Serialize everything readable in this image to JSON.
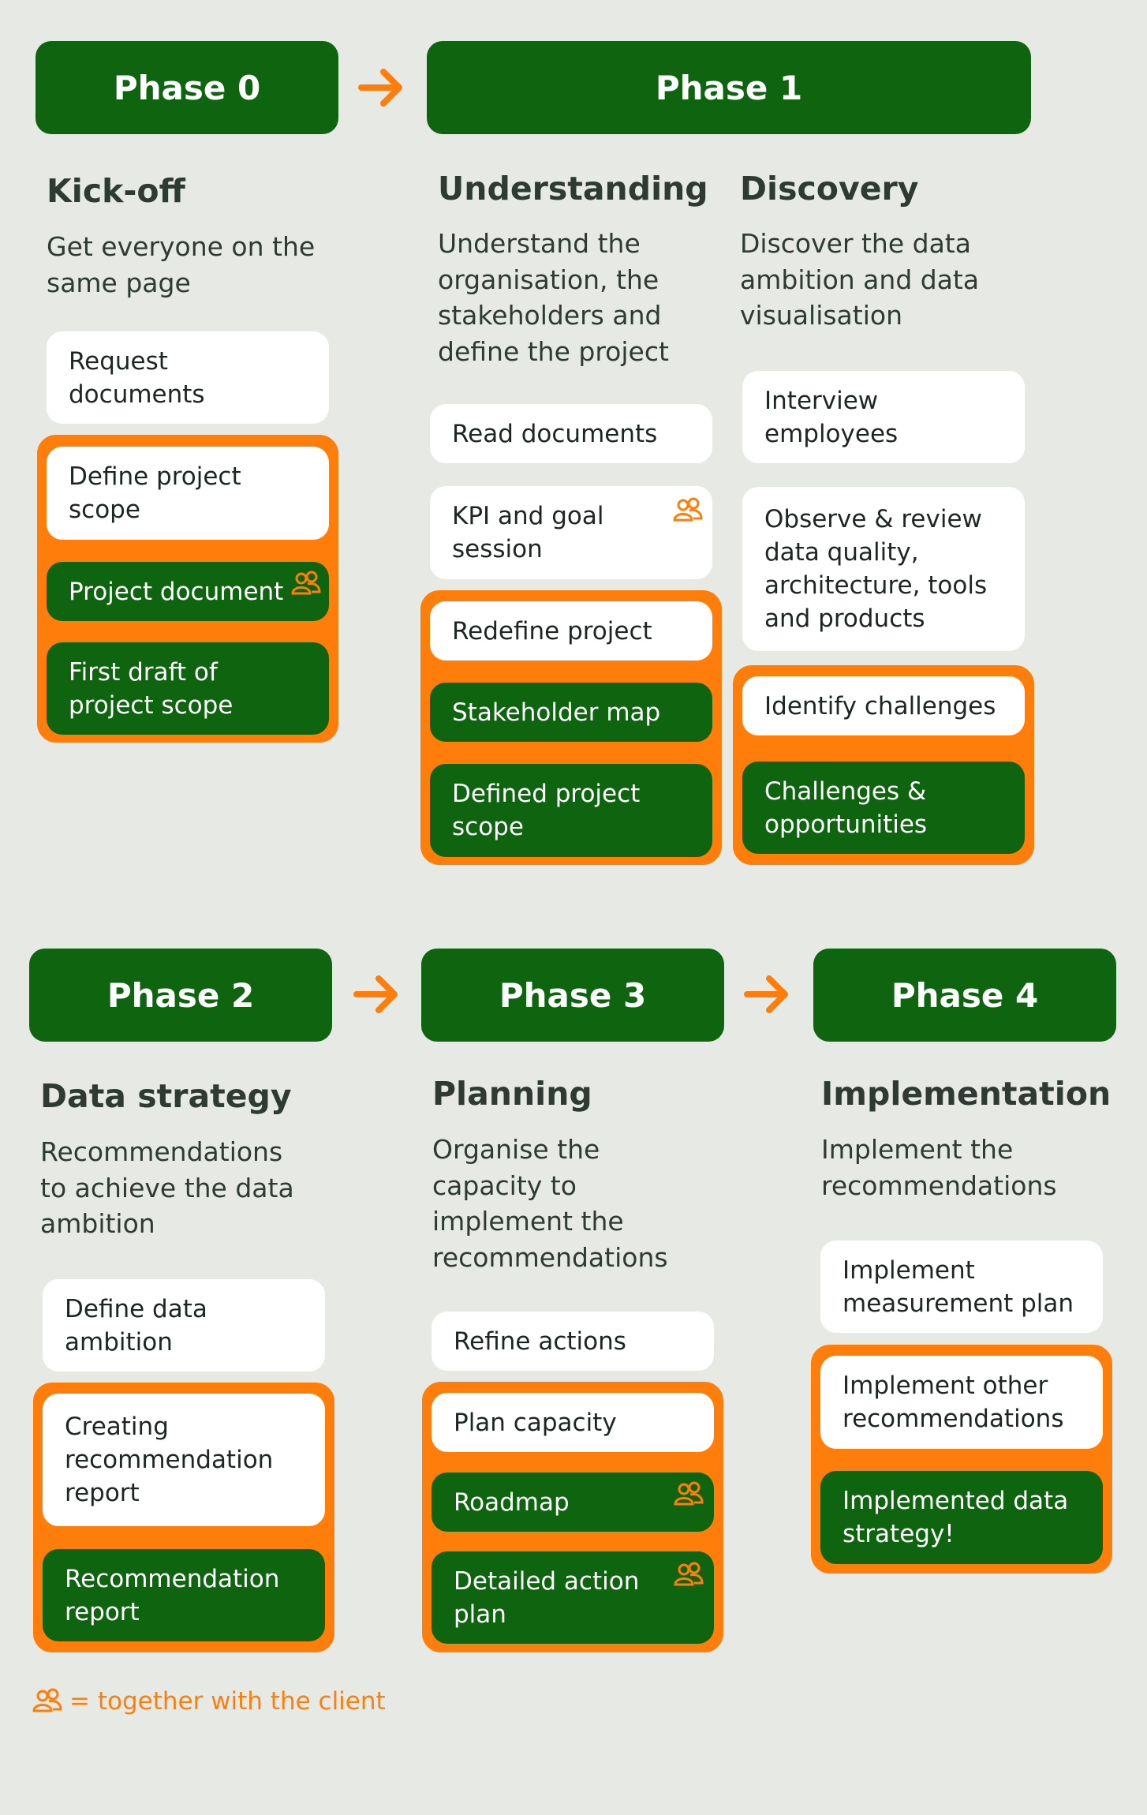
{
  "colors": {
    "phase_green": "#0F6410",
    "accent_orange": "#FF7D0A",
    "background": "#E7EAE4",
    "text_dark": "#2F3A35",
    "card_white": "#FFFFFF"
  },
  "icons": {
    "together_with_client": "people-icon",
    "flow": "arrow-right-icon"
  },
  "phases": [
    {
      "label": "Phase 0"
    },
    {
      "label": "Phase 1"
    },
    {
      "label": "Phase 2"
    },
    {
      "label": "Phase 3"
    },
    {
      "label": "Phase 4"
    }
  ],
  "steps": [
    {
      "title": "Kick-off",
      "description": "Get everyone on the\nsame page",
      "items": [
        {
          "text": "Request\ndocuments",
          "style": "white",
          "client": false
        },
        {
          "text": "Define project\nscope",
          "style": "white",
          "client": false
        },
        {
          "text": "Project document",
          "style": "green",
          "client": true
        },
        {
          "text": "First draft of\nproject scope",
          "style": "green",
          "client": false
        }
      ]
    },
    {
      "title": "Understanding",
      "description": "Understand the\norganisation, the\nstakeholders and\ndefine the project",
      "items": [
        {
          "text": "Read documents",
          "style": "white",
          "client": false
        },
        {
          "text": "KPI and goal\nsession",
          "style": "white",
          "client": true
        },
        {
          "text": "Redefine project",
          "style": "white",
          "client": false
        },
        {
          "text": "Stakeholder map",
          "style": "green",
          "client": false
        },
        {
          "text": "Defined project\nscope",
          "style": "green",
          "client": false
        }
      ]
    },
    {
      "title": "Discovery",
      "description": "Discover the data\nambition and data\nvisualisation",
      "items": [
        {
          "text": "Interview\nemployees",
          "style": "white",
          "client": false
        },
        {
          "text": "Observe & review\ndata quality,\narchitecture, tools\nand products",
          "style": "white",
          "client": false
        },
        {
          "text": "Identify challenges",
          "style": "white",
          "client": false
        },
        {
          "text": "Challenges &\nopportunities",
          "style": "green",
          "client": false
        }
      ]
    },
    {
      "title": "Data strategy",
      "description": "Recommendations\nto achieve the data\nambition",
      "items": [
        {
          "text": "Define data\nambition",
          "style": "white",
          "client": false
        },
        {
          "text": "Creating\nrecommendation\nreport",
          "style": "white",
          "client": false
        },
        {
          "text": "Recommendation\nreport",
          "style": "green",
          "client": false
        }
      ]
    },
    {
      "title": "Planning",
      "description": "Organise the\ncapacity to\nimplement the\nrecommendations",
      "items": [
        {
          "text": "Refine actions",
          "style": "white",
          "client": false
        },
        {
          "text": "Plan capacity",
          "style": "white",
          "client": false
        },
        {
          "text": "Roadmap",
          "style": "green",
          "client": true
        },
        {
          "text": "Detailed action\nplan",
          "style": "green",
          "client": true
        }
      ]
    },
    {
      "title": "Implementation",
      "description": "Implement the\nrecommendations",
      "items": [
        {
          "text": "Implement\nmeasurement plan",
          "style": "white",
          "client": false
        },
        {
          "text": "Implement other\nrecommendations",
          "style": "white",
          "client": false
        },
        {
          "text": "Implemented data\nstrategy!",
          "style": "green",
          "client": false
        }
      ]
    }
  ],
  "legend": {
    "text": "= together with the client"
  }
}
